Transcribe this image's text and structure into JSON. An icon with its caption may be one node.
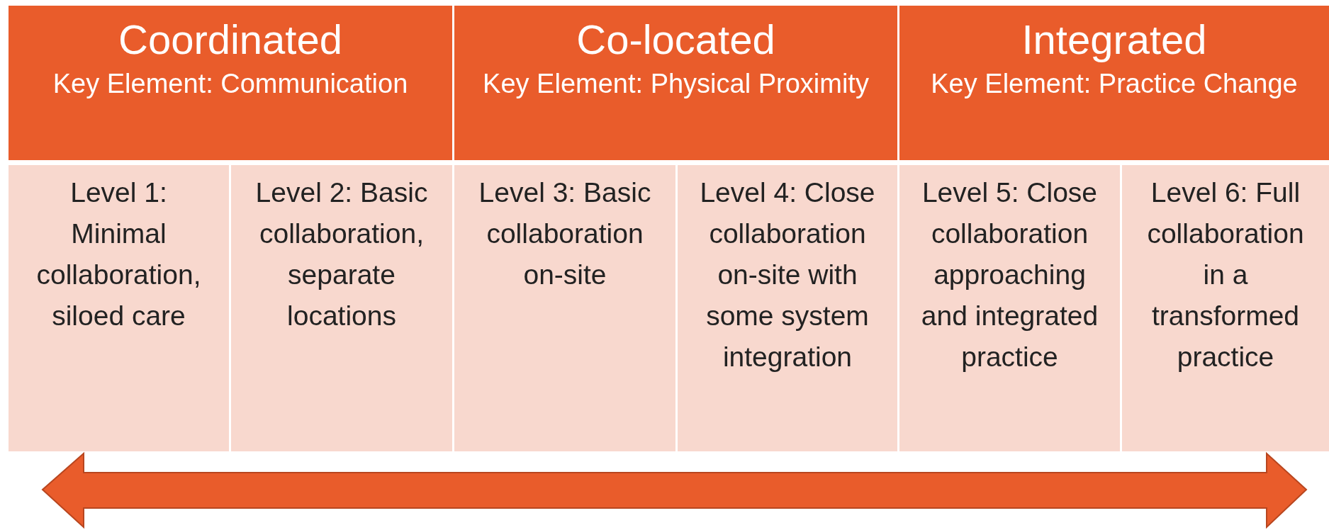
{
  "diagram": {
    "nodes": [
      {
        "text": [
          "Coordinated",
          "Key Element: Communication"
        ]
      },
      {
        "text": [
          "Co-located",
          "Key Element: Physical Proximity"
        ]
      },
      {
        "text": [
          "Integrated",
          "Key Element: Practice Change"
        ]
      },
      {
        "text": [
          "Level 1: Minimal collaboration, siloed care"
        ]
      },
      {
        "text": [
          "Level 2: Basic collaboration, separate locations"
        ]
      },
      {
        "text": [
          "Level 3: Basic collaboration on-site"
        ]
      },
      {
        "text": [
          "Level 4: Close collaboration on-site with some system integration"
        ]
      },
      {
        "text": [
          "Level 5: Close collaboration approaching and integrated practice"
        ]
      },
      {
        "text": [
          "Level 6: Full collaboration in a transformed practice"
        ]
      }
    ],
    "edges": []
  }
}
